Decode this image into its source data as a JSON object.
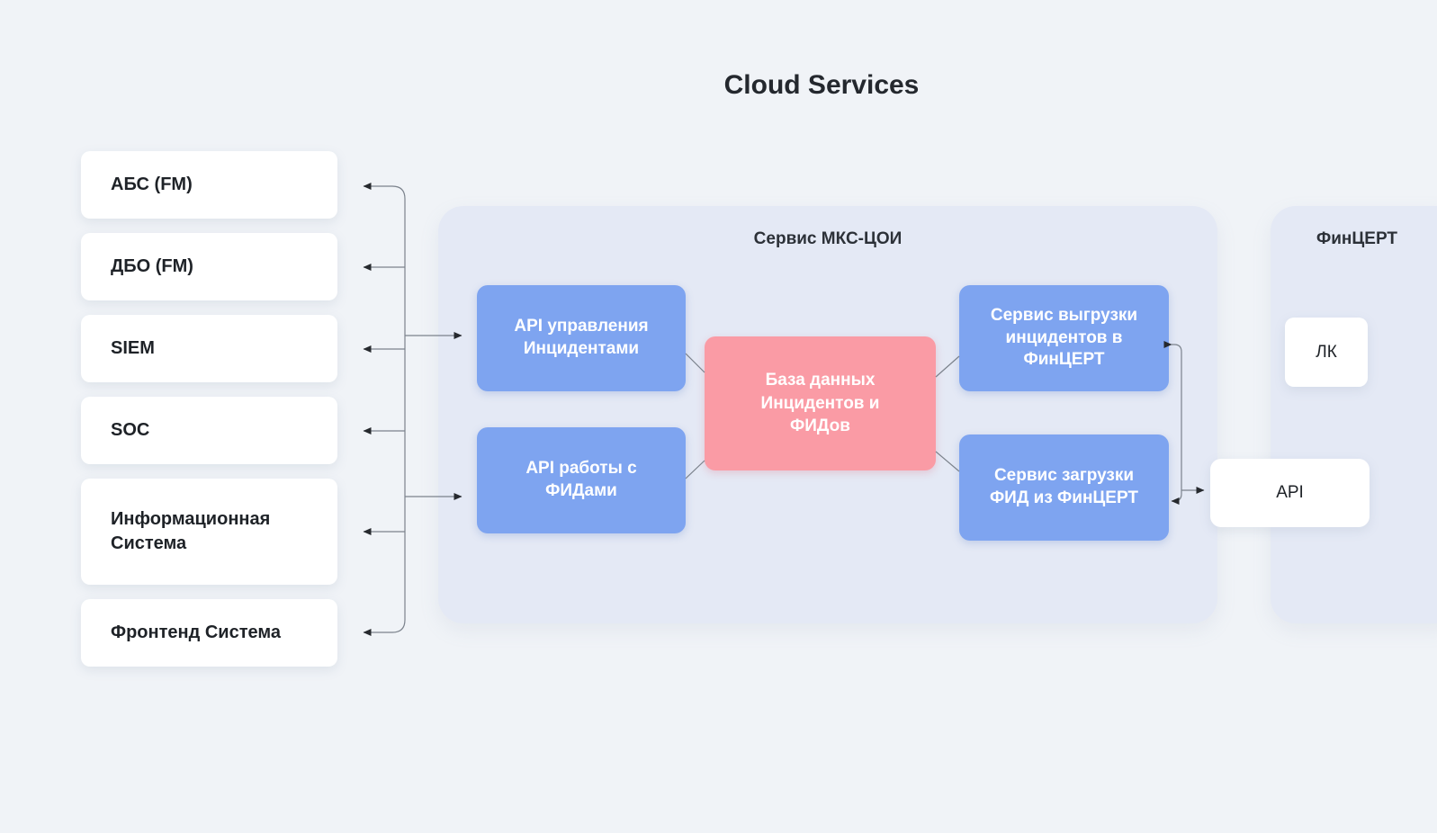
{
  "title": "Cloud Services",
  "colors": {
    "background": "#f0f3f7",
    "panel_fill": "#e4e9f5",
    "node_blue": "#7ea4f0",
    "node_pink": "#fa9ba5",
    "node_white": "#ffffff",
    "wire": "#7b828c",
    "arrowhead": "#26292e",
    "text_dark": "#22262c"
  },
  "external_systems": {
    "items": [
      {
        "label": "АБС (FM)"
      },
      {
        "label": "ДБО (FM)"
      },
      {
        "label": "SIEM"
      },
      {
        "label": "SOC"
      },
      {
        "label": "Информационная Система"
      },
      {
        "label": "Фронтенд Система"
      }
    ]
  },
  "mks_panel": {
    "title": "Сервис МКС-ЦОИ",
    "nodes": {
      "api_incidents": "API управления Инцидентами",
      "api_feeds": "API работы с ФИДами",
      "database": "База данных Инцидентов и ФИДов",
      "upload_service": "Сервис выгрузки инцидентов в ФинЦЕРТ",
      "download_service": "Сервис загрузки ФИД из ФинЦЕРТ"
    }
  },
  "fincert_panel": {
    "title": "ФинЦЕРТ",
    "nodes": {
      "lk": "ЛК",
      "api": "API"
    }
  }
}
